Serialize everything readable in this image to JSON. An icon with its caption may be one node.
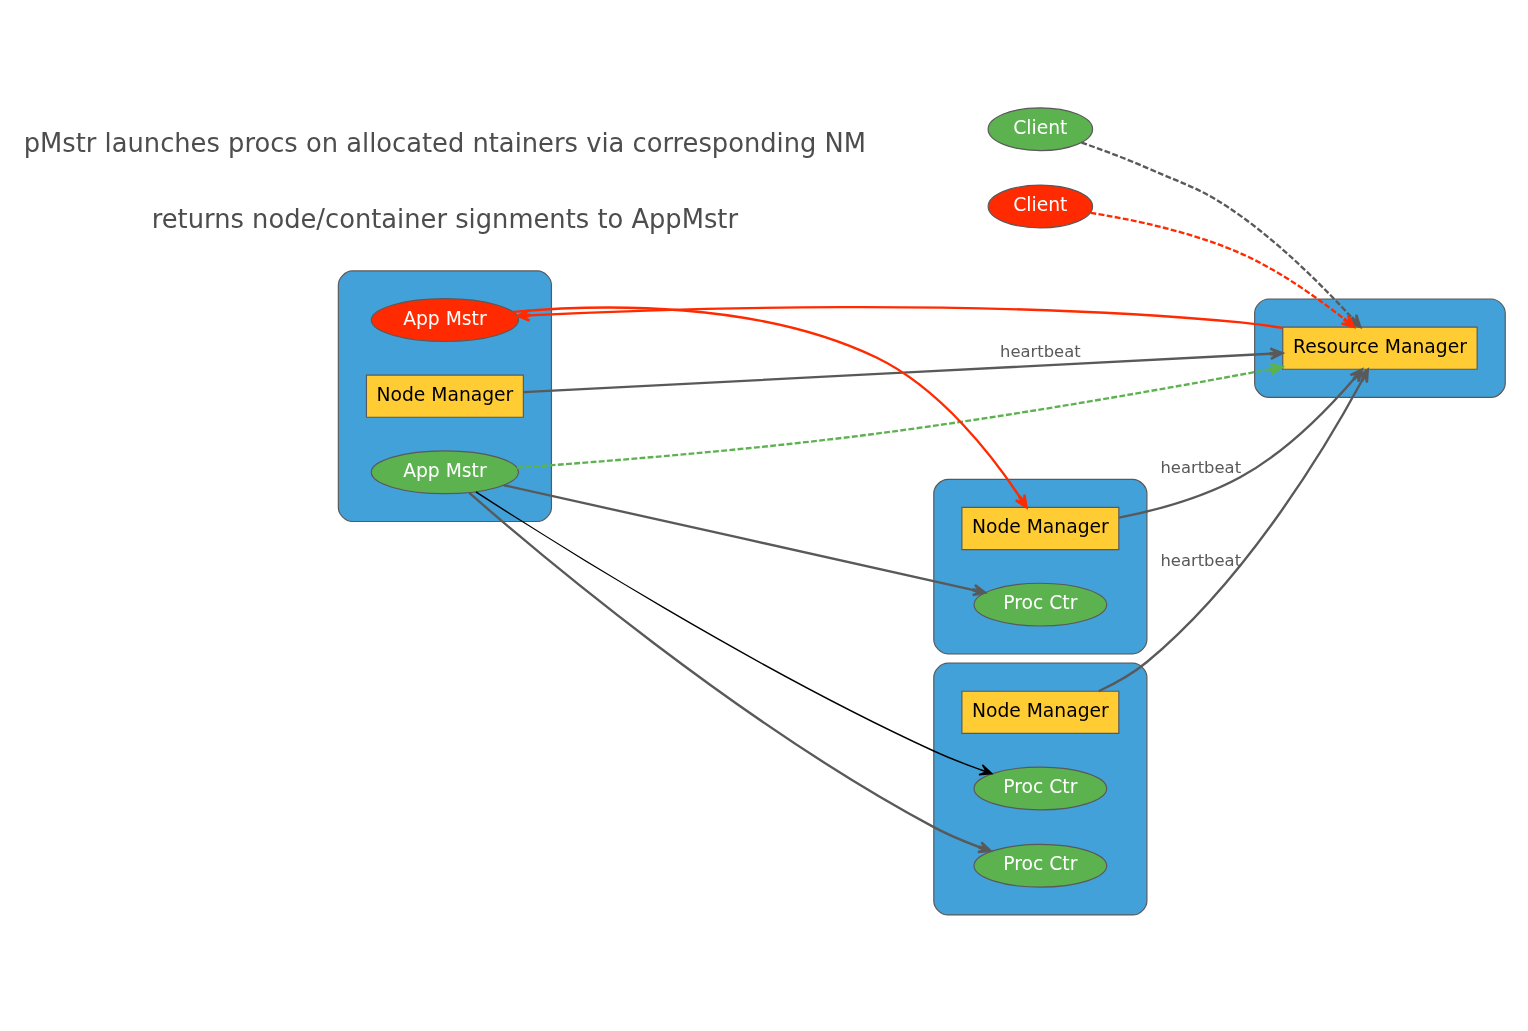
{
  "diagram": {
    "nodes": [
      {
        "text": [
          "Client"
        ]
      },
      {
        "text": [
          "Client"
        ]
      },
      {
        "text": [],
        "shape": "box"
      },
      {
        "text": [
          "Resource Manager"
        ],
        "in": 2
      },
      {
        "text": [],
        "shape": "box"
      },
      {
        "text": [
          "Node Manager"
        ],
        "in": 4
      },
      {
        "text": [
          "Proc Ctr"
        ],
        "in": 4
      },
      {
        "text": [],
        "shape": "box"
      },
      {
        "text": [
          "Node Manager"
        ],
        "in": 7
      },
      {
        "text": [
          "App Mstr"
        ],
        "in": 7
      },
      {
        "text": [
          "App Mstr"
        ],
        "in": 7
      },
      {
        "text": [],
        "shape": "box"
      },
      {
        "text": [
          "Node Manager"
        ],
        "in": 11
      },
      {
        "text": [
          "Proc Ctr"
        ],
        "in": 11
      },
      {
        "text": [
          "Proc Ctr"
        ],
        "in": 11
      }
    ],
    "edges": [
      {
        "from": 0,
        "to": 3,
        "arrow": "to",
        "style": "dashed"
      },
      {
        "from": 1,
        "to": 3,
        "arrow": "to",
        "style": "dashed",
        "color": "#ff2a00"
      },
      {
        "from": 5,
        "to": 3,
        "arrow": "to",
        "label": "heartbeat"
      },
      {
        "from": 8,
        "to": 3,
        "arrow": "to",
        "label": "heartbeat"
      },
      {
        "from": 12,
        "to": 3,
        "arrow": "to",
        "label": "heartbeat"
      },
      {
        "from": 3,
        "to": 10,
        "arrow": "to",
        "color": "#ff2a00"
      },
      {
        "from": 10,
        "to": 5,
        "arrow": "to",
        "color": "#ff2a00"
      },
      {
        "from": 9,
        "to": 3,
        "arrow": "to",
        "style": "dashed",
        "color": "#5cb24f"
      },
      {
        "from": 9,
        "to": 6,
        "arrow": "to"
      },
      {
        "from": 9,
        "to": 13,
        "arrow": "to"
      },
      {
        "from": 9,
        "to": 14,
        "arrow": "to",
        "color": "#000000"
      }
    ],
    "labels": [
      "returns node/container signments to AppMstr",
      "pMstr launches procs on allocated ntainers via corresponding NM"
    ]
  }
}
